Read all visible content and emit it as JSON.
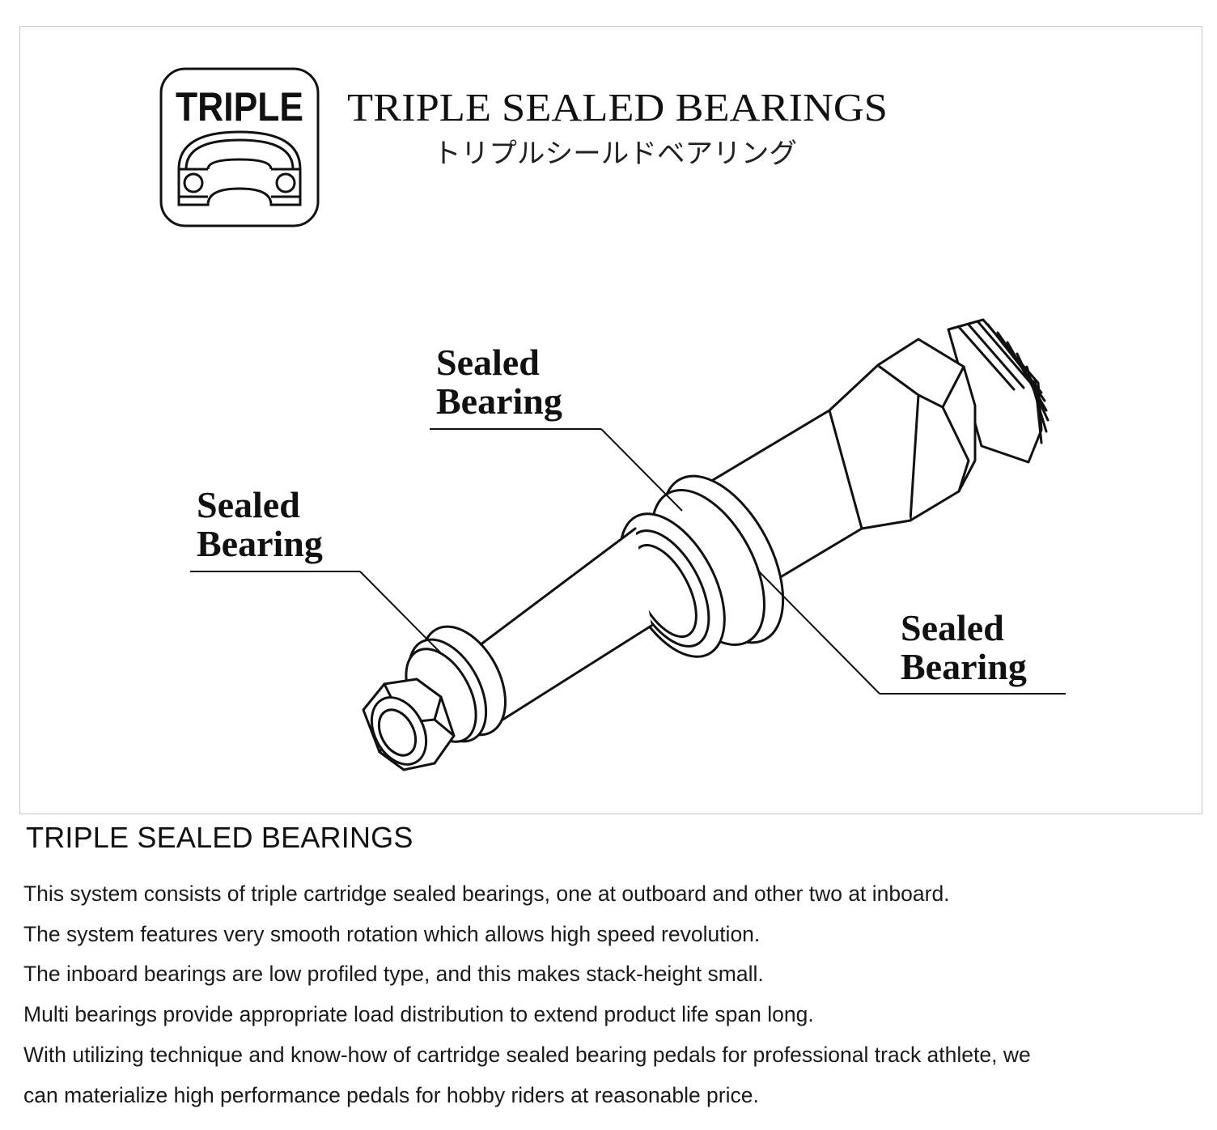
{
  "diagram": {
    "badge": {
      "text": "TRIPLE",
      "icon": "bearing-cross-section-icon"
    },
    "title_en": "TRIPLE SEALED BEARINGS",
    "title_ja": "トリプルシールドベアリング",
    "callouts": [
      {
        "line1": "Sealed",
        "line2": "Bearing"
      },
      {
        "line1": "Sealed",
        "line2": "Bearing"
      },
      {
        "line1": "Sealed",
        "line2": "Bearing"
      }
    ],
    "illustration": "pedal-spindle-icon"
  },
  "description": {
    "heading": "TRIPLE SEALED BEARINGS",
    "lines": [
      "This system consists of triple cartridge sealed bearings, one at outboard and other two at inboard.",
      "The system features very smooth rotation which allows high speed revolution.",
      "The inboard bearings are low profiled type, and this makes stack-height small.",
      "Multi bearings provide appropriate load distribution to extend product life span long.",
      "With utilizing technique and know-how of cartridge sealed bearing pedals for professional track athlete, we",
      "can materialize high performance pedals for hobby riders at reasonable price."
    ]
  }
}
